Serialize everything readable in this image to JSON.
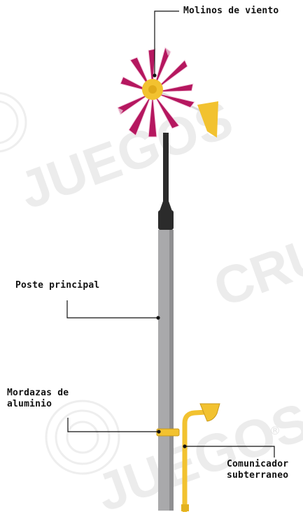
{
  "labels": {
    "windmill": "Molinos de viento",
    "main_pole": "Poste principal",
    "clamps": "Mordazas de\naluminio",
    "communicator": "Comunicador\nsubterraneo"
  },
  "watermark": {
    "text_1": "JUEGOS",
    "text_2": "CRU",
    "text_3": "JUEGOS",
    "registered": "®"
  },
  "colors": {
    "pole_gray": "#a9a9ab",
    "pole_black": "#2b2b2b",
    "yellow": "#f2c230",
    "magenta": "#b5175f",
    "leader_line": "#111111",
    "watermark": "#ececec"
  }
}
